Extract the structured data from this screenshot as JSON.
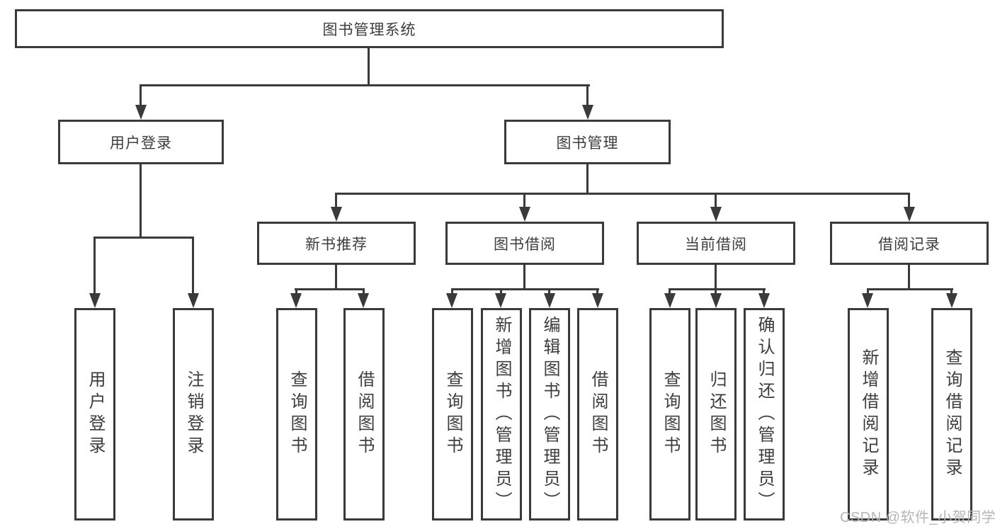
{
  "tree": {
    "root": {
      "label": "图书管理系统"
    },
    "login_branch": {
      "label": "用户登录",
      "children": [
        "用户登录",
        "注销登录"
      ]
    },
    "management_branch": {
      "label": "图书管理",
      "groups": [
        {
          "label": "新书推荐",
          "children": [
            "查询图书",
            "借阅图书"
          ]
        },
        {
          "label": "图书借阅",
          "children": [
            "查询图书",
            "新增图书（管理员）",
            "编辑图书（管理员）",
            "借阅图书"
          ]
        },
        {
          "label": "当前借阅",
          "children": [
            "查询图书",
            "归还图书",
            "确认归还（管理员）"
          ]
        },
        {
          "label": "借阅记录",
          "children": [
            "新增借阅记录",
            "查询借阅记录"
          ]
        }
      ]
    }
  },
  "watermark": {
    "text": "CSDN @软件_小贺同学",
    "color": "#b5b5b5"
  },
  "colors": {
    "line": "#3a3a3a",
    "box_border": "#3a3a3a",
    "text": "#3d3d3d",
    "background": "#ffffff"
  }
}
